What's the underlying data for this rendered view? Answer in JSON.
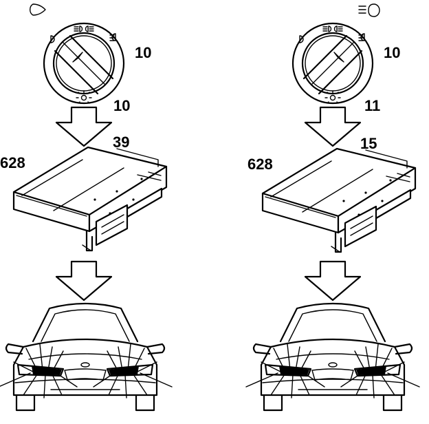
{
  "left": {
    "switch_label": "10",
    "switch_pin": "10",
    "module_pin": "39",
    "module_label": "628"
  },
  "right": {
    "switch_label": "10",
    "switch_pin": "11",
    "module_pin": "15",
    "module_label": "628"
  }
}
